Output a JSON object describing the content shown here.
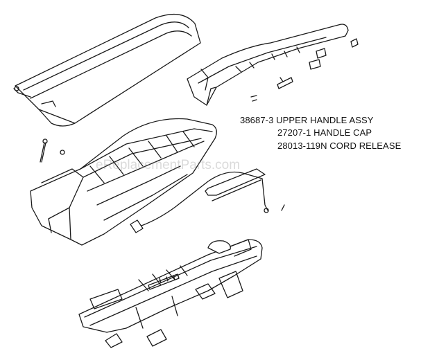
{
  "parts": [
    {
      "label": "38687-3 UPPER HANDLE ASSY"
    },
    {
      "label": "27207-1 HANDLE CAP"
    },
    {
      "label": "28013-119N CORD RELEASE"
    }
  ],
  "watermark": "eReplacementParts.com"
}
